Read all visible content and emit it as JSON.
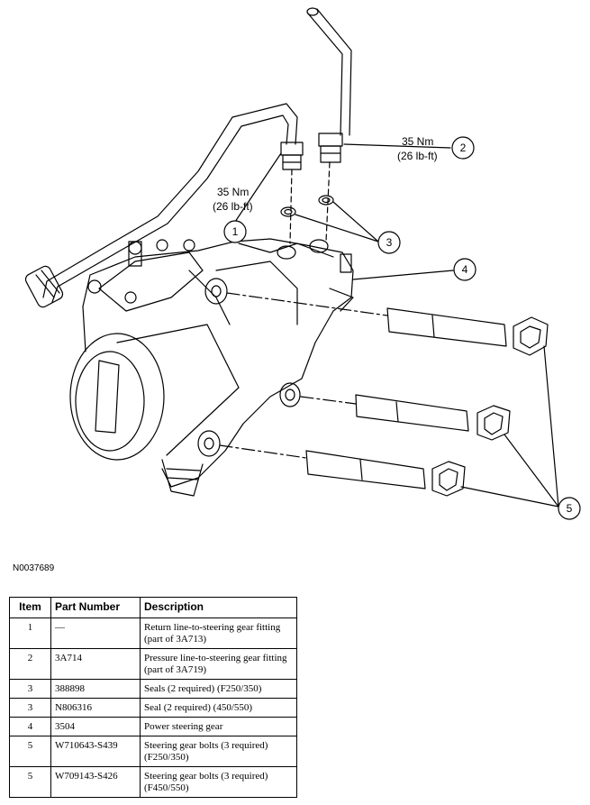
{
  "figure_id": "N0037689",
  "callouts": [
    {
      "number": "1",
      "torque_nm": "35 Nm",
      "torque_lbft": "(26 lb-ft)"
    },
    {
      "number": "2",
      "torque_nm": "35 Nm",
      "torque_lbft": "(26 lb-ft)"
    },
    {
      "number": "3"
    },
    {
      "number": "4"
    },
    {
      "number": "5"
    }
  ],
  "table": {
    "headers": {
      "item": "Item",
      "part_number": "Part Number",
      "description": "Description"
    },
    "rows": [
      {
        "item": "1",
        "part_number": "—",
        "description": "Return line-to-steering gear fitting (part of 3A713)"
      },
      {
        "item": "2",
        "part_number": "3A714",
        "description": "Pressure line-to-steering gear fitting (part of 3A719)"
      },
      {
        "item": "3",
        "part_number": "388898",
        "description": "Seals (2 required) (F250/350)"
      },
      {
        "item": "3",
        "part_number": "N806316",
        "description": "Seal (2 required) (450/550)"
      },
      {
        "item": "4",
        "part_number": "3504",
        "description": "Power steering gear"
      },
      {
        "item": "5",
        "part_number": "W710643-S439",
        "description": "Steering gear bolts (3 required) (F250/350)"
      },
      {
        "item": "5",
        "part_number": "W709143-S426",
        "description": "Steering gear bolts (3 required) (F450/550)"
      }
    ]
  }
}
